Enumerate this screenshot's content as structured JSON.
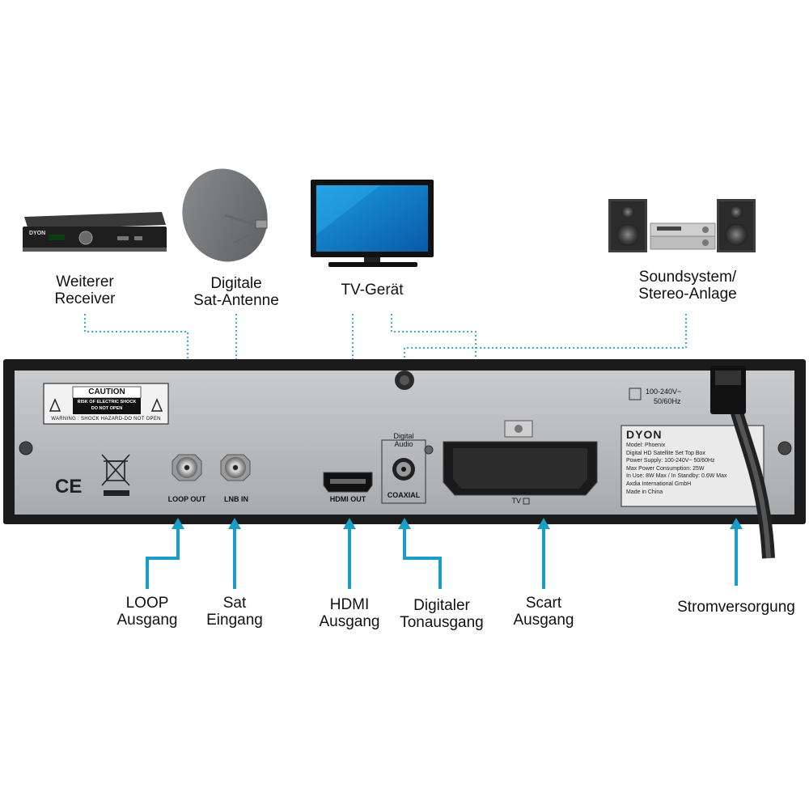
{
  "devices": {
    "receiver": {
      "line1": "Weiterer",
      "line2": "Receiver",
      "brand": "DYON"
    },
    "dish": {
      "line1": "Digitale",
      "line2": "Sat-Antenne"
    },
    "tv": {
      "line1": "TV-Gerät"
    },
    "sound": {
      "line1": "Soundsystem/",
      "line2": "Stereo-Anlage"
    }
  },
  "panel": {
    "caution": {
      "title": "CAUTION",
      "line1": "RISK OF ELECTRIC SHOCK",
      "line2": "DO NOT OPEN",
      "footer": "WARNING : SHOCK HAZARD-DO NOT OPEN"
    },
    "ce_mark": "CE",
    "ports": {
      "loop_out": "LOOP OUT",
      "lnb_in": "LNB IN",
      "hdmi_out": "HDMI OUT",
      "digital_audio_line1": "Digital",
      "digital_audio_line2": "Audio",
      "coaxial": "COAXIAL",
      "tv": "TV"
    },
    "power_rating_line1": "100-240V~",
    "power_rating_line2": "50/60Hz",
    "rating_label": {
      "brand": "DYON",
      "model": "Model: Phoenix",
      "description": "Digital HD Satellite Set Top Box",
      "power_supply": "Power Supply: 100-240V~ 50/60Hz",
      "max_power": "Max Power Consumption: 25W",
      "in_use": "In Use: 8W Max / In Standby: 0.6W Max",
      "company": "Axdia International GmbH",
      "origin": "Made in China"
    }
  },
  "bottom_labels": {
    "loop": {
      "line1": "LOOP",
      "line2": "Ausgang"
    },
    "sat": {
      "line1": "Sat",
      "line2": "Eingang"
    },
    "hdmi": {
      "line1": "HDMI",
      "line2": "Ausgang"
    },
    "digital": {
      "line1": "Digitaler",
      "line2": "Tonausgang"
    },
    "scart": {
      "line1": "Scart",
      "line2": "Ausgang"
    },
    "power": {
      "line1": "Stromversorgung"
    }
  },
  "colors": {
    "arrow": "#1a9dc8",
    "dotted_line": "#3aa8d8",
    "panel_face": "#b9bcbf",
    "panel_frame": "#1b1b1b"
  }
}
